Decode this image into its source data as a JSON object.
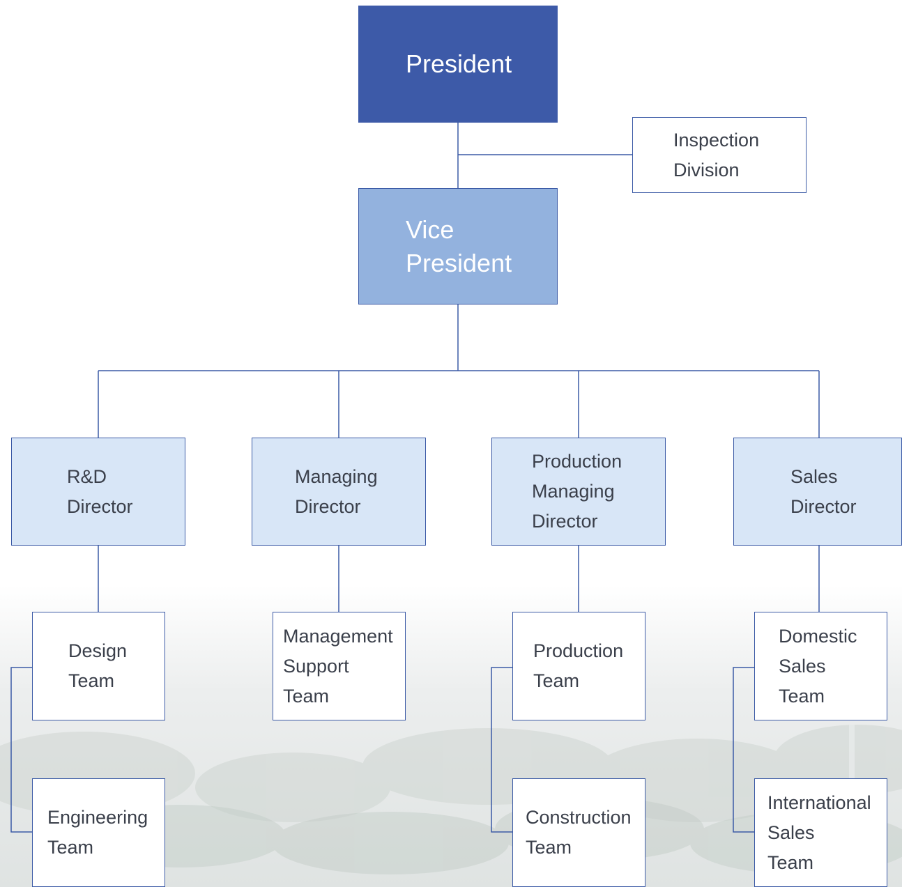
{
  "org_chart": {
    "president": [
      "President"
    ],
    "inspection": [
      "Inspection",
      "Division"
    ],
    "vice_president": [
      "Vice",
      "President"
    ],
    "directors": [
      {
        "lines": [
          "R&D",
          "Director"
        ],
        "teams": [
          [
            "Design",
            "Team"
          ],
          [
            "Engineering",
            "Team"
          ]
        ]
      },
      {
        "lines": [
          "Managing",
          "Director"
        ],
        "teams": [
          [
            "Management",
            "Support",
            "Team"
          ]
        ]
      },
      {
        "lines": [
          "Production",
          "Managing",
          "Director"
        ],
        "teams": [
          [
            "Production",
            "Team"
          ],
          [
            "Construction",
            "Team"
          ]
        ]
      },
      {
        "lines": [
          "Sales",
          "Director"
        ],
        "teams": [
          [
            "Domestic",
            "Sales",
            "Team"
          ],
          [
            "International",
            "Sales",
            "Team"
          ]
        ]
      }
    ]
  },
  "colors": {
    "president_fill": "#3d5aa8",
    "vice_president_fill": "#93b2de",
    "director_fill": "#d8e6f7",
    "line": "#3b5aa6"
  }
}
